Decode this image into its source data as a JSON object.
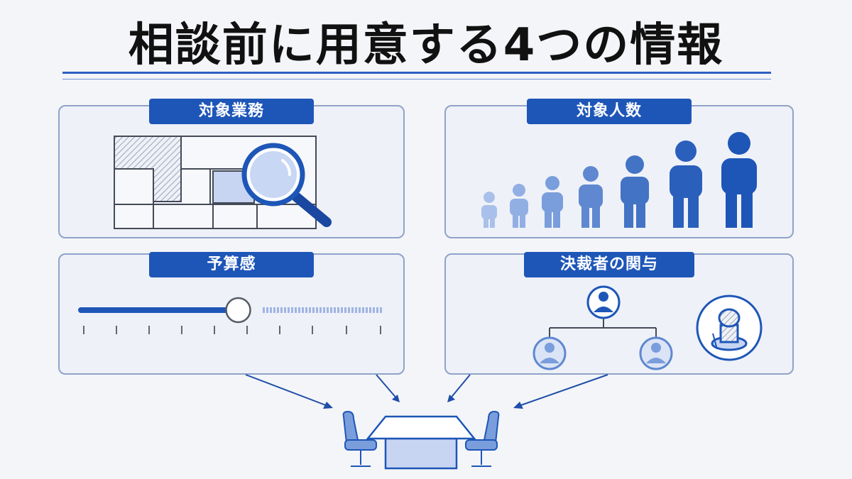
{
  "title": "相談前に用意する4つの情報",
  "panels": {
    "scope": {
      "label": "対象業務"
    },
    "headcount": {
      "label": "対象人数"
    },
    "budget": {
      "label": "予算感"
    },
    "approver": {
      "label": "決裁者の関与"
    }
  },
  "budget_slider": {
    "level_percent": 52
  },
  "colors": {
    "accent": "#1e56b8",
    "panel_border": "#8fa3c9",
    "panel_fill": "#eef1f8",
    "light_blue": "#c7d5f2"
  }
}
